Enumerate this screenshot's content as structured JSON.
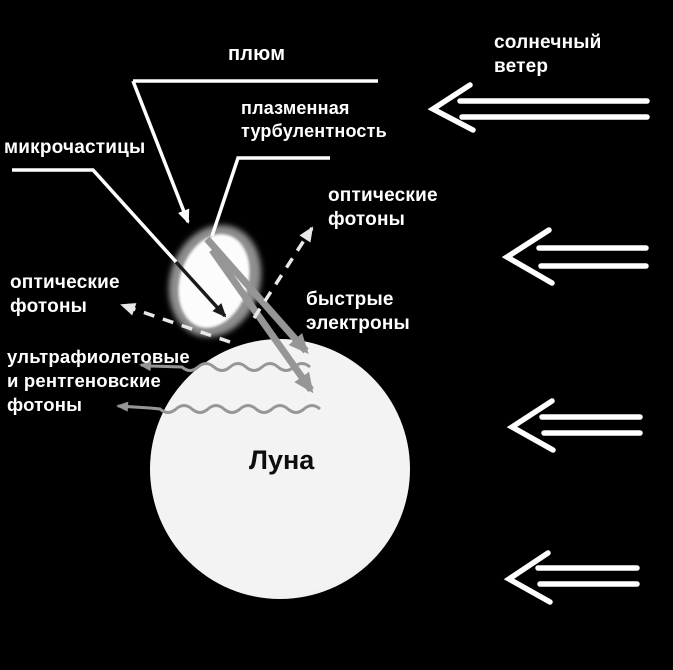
{
  "labels": {
    "plume": "плюм",
    "solar_wind": "солнечный\nветер",
    "plasma_turbulence": "плазменная\nтурбулентность",
    "microparticles": "микрочастицы",
    "optical_photons_right": "оптические\nфотоны",
    "fast_electrons": "быстрые\nэлектроны",
    "optical_photons_left": "оптические\nфотоны",
    "uv_xray_photons": "ультрафиолетовые\nи рентгеновские\nфотоны",
    "moon": "Луна"
  },
  "colors": {
    "background": "#000000",
    "label": "#ffffff",
    "moon_fill": "#f3f3f3",
    "moon_edge": "#e4e4e4",
    "moon_label": "#0d0d0d",
    "gray_element": "#969696",
    "white_element": "#ffffff",
    "dashed": "#e8e8e8",
    "plume_halo": "#8f8f8f",
    "plume_core": "#fcfcfc"
  },
  "counts": {
    "solar_wind_arrows": 4
  }
}
